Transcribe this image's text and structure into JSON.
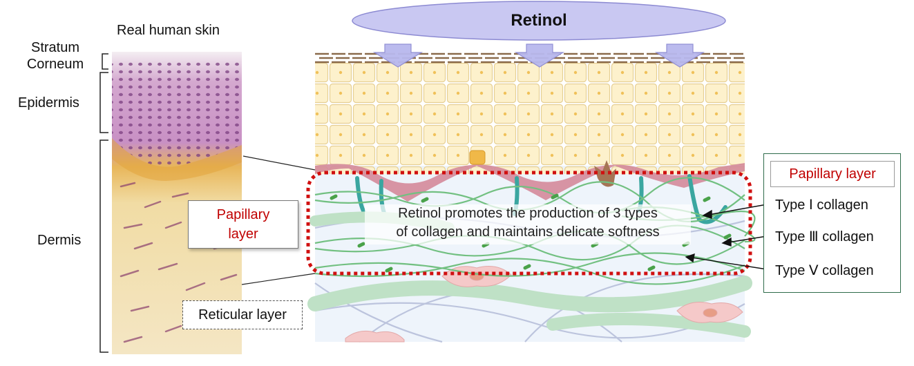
{
  "header": {
    "real_skin_title": "Real human skin"
  },
  "left_labels": {
    "stratum_line1": "Stratum",
    "stratum_line2": "Corneum",
    "epidermis": "Epidermis",
    "dermis": "Dermis"
  },
  "middle": {
    "papillary_line1": "Papillary",
    "papillary_line2": "layer",
    "reticular": "Reticular layer"
  },
  "diagram": {
    "retinol": "Retinol",
    "center_line1": "Retinol promotes the production of 3 types",
    "center_line2": "of collagen and maintains delicate softness"
  },
  "legend": {
    "title": "Papillary layer",
    "items": [
      "Type Ⅰ collagen",
      "Type Ⅲ collagen",
      "Type Ⅴ collagen"
    ]
  },
  "colors": {
    "highlight_dash": "#d01010",
    "label_red": "#c00000",
    "collagen_green": "#3c9a5a",
    "cell_yellow": "#fbeec4",
    "retinol_fill": "#c9c8f2",
    "legend_border": "#2e6b4a"
  }
}
